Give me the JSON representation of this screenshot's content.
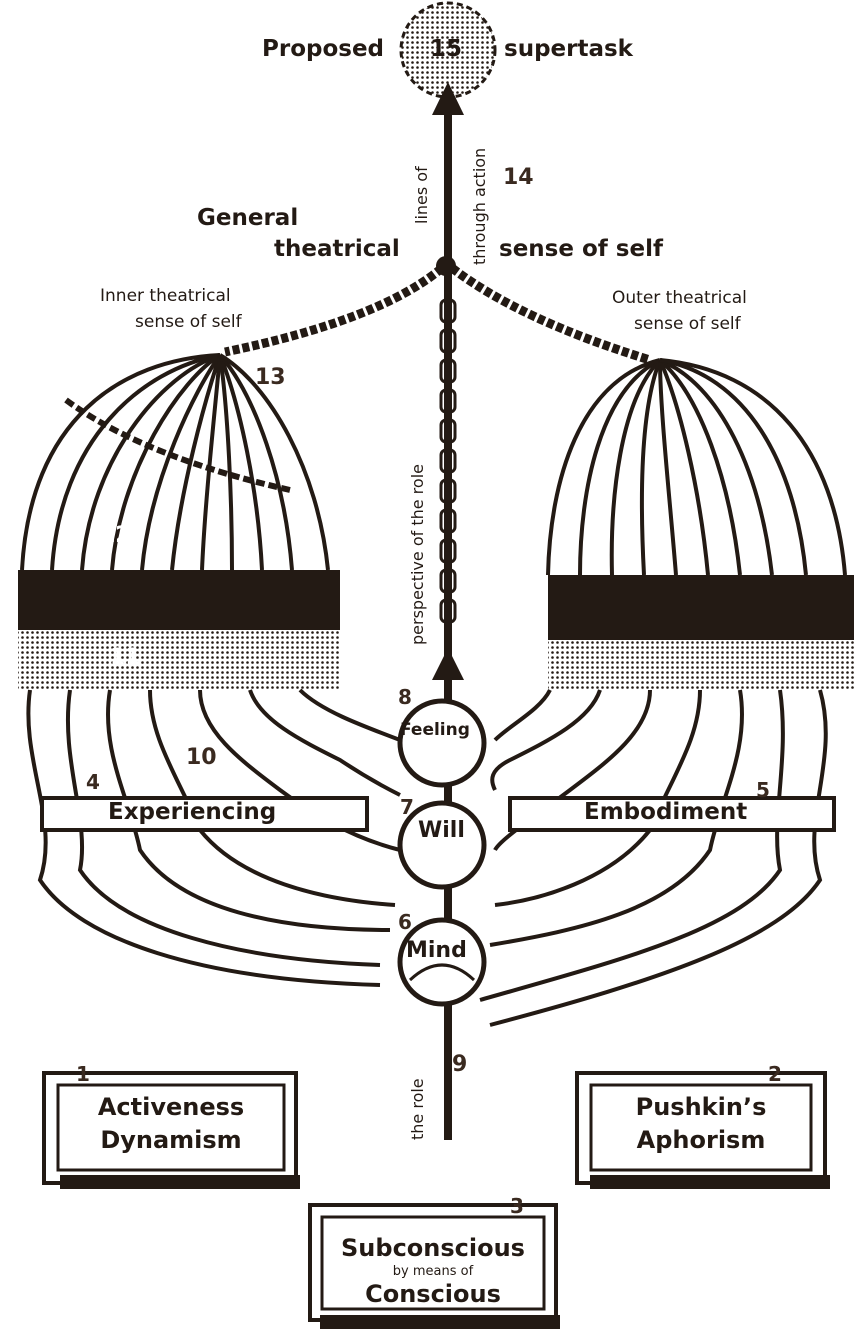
{
  "top": {
    "left": "Proposed",
    "number": "15",
    "right": "supertask"
  },
  "trunk": {
    "upper_a": "lines of",
    "upper_b": "through action",
    "number_upper": "14",
    "middle": "perspective of the role",
    "lower": "the role",
    "number_lower": "9"
  },
  "general": {
    "line1": "General",
    "line2": "theatrical",
    "line3": "sense of self"
  },
  "inner": {
    "line1": "Inner theatrical",
    "line2": "sense of self",
    "n13": "13",
    "n12": "12",
    "n11": "11",
    "n10": "10"
  },
  "outer": {
    "line1": "Outer theatrical",
    "line2": "sense of self"
  },
  "circles": [
    {
      "label": "Feeling",
      "number": "8"
    },
    {
      "label": "Will",
      "number": "7"
    },
    {
      "label": "Mind",
      "number": "6"
    }
  ],
  "rails": {
    "left": "Experiencing",
    "left_number": "4",
    "right": "Embodiment",
    "right_number": "5"
  },
  "boxes": [
    {
      "number": "1",
      "line1": "Activeness",
      "line2": "Dynamism"
    },
    {
      "number": "2",
      "line1": "Pushkin’s",
      "line2": "Aphorism"
    },
    {
      "number": "3",
      "line1": "Subconscious",
      "small": "by means of",
      "line2": "Conscious"
    }
  ],
  "colors": {
    "ink": "#231a14",
    "paper": "#ffffff"
  }
}
